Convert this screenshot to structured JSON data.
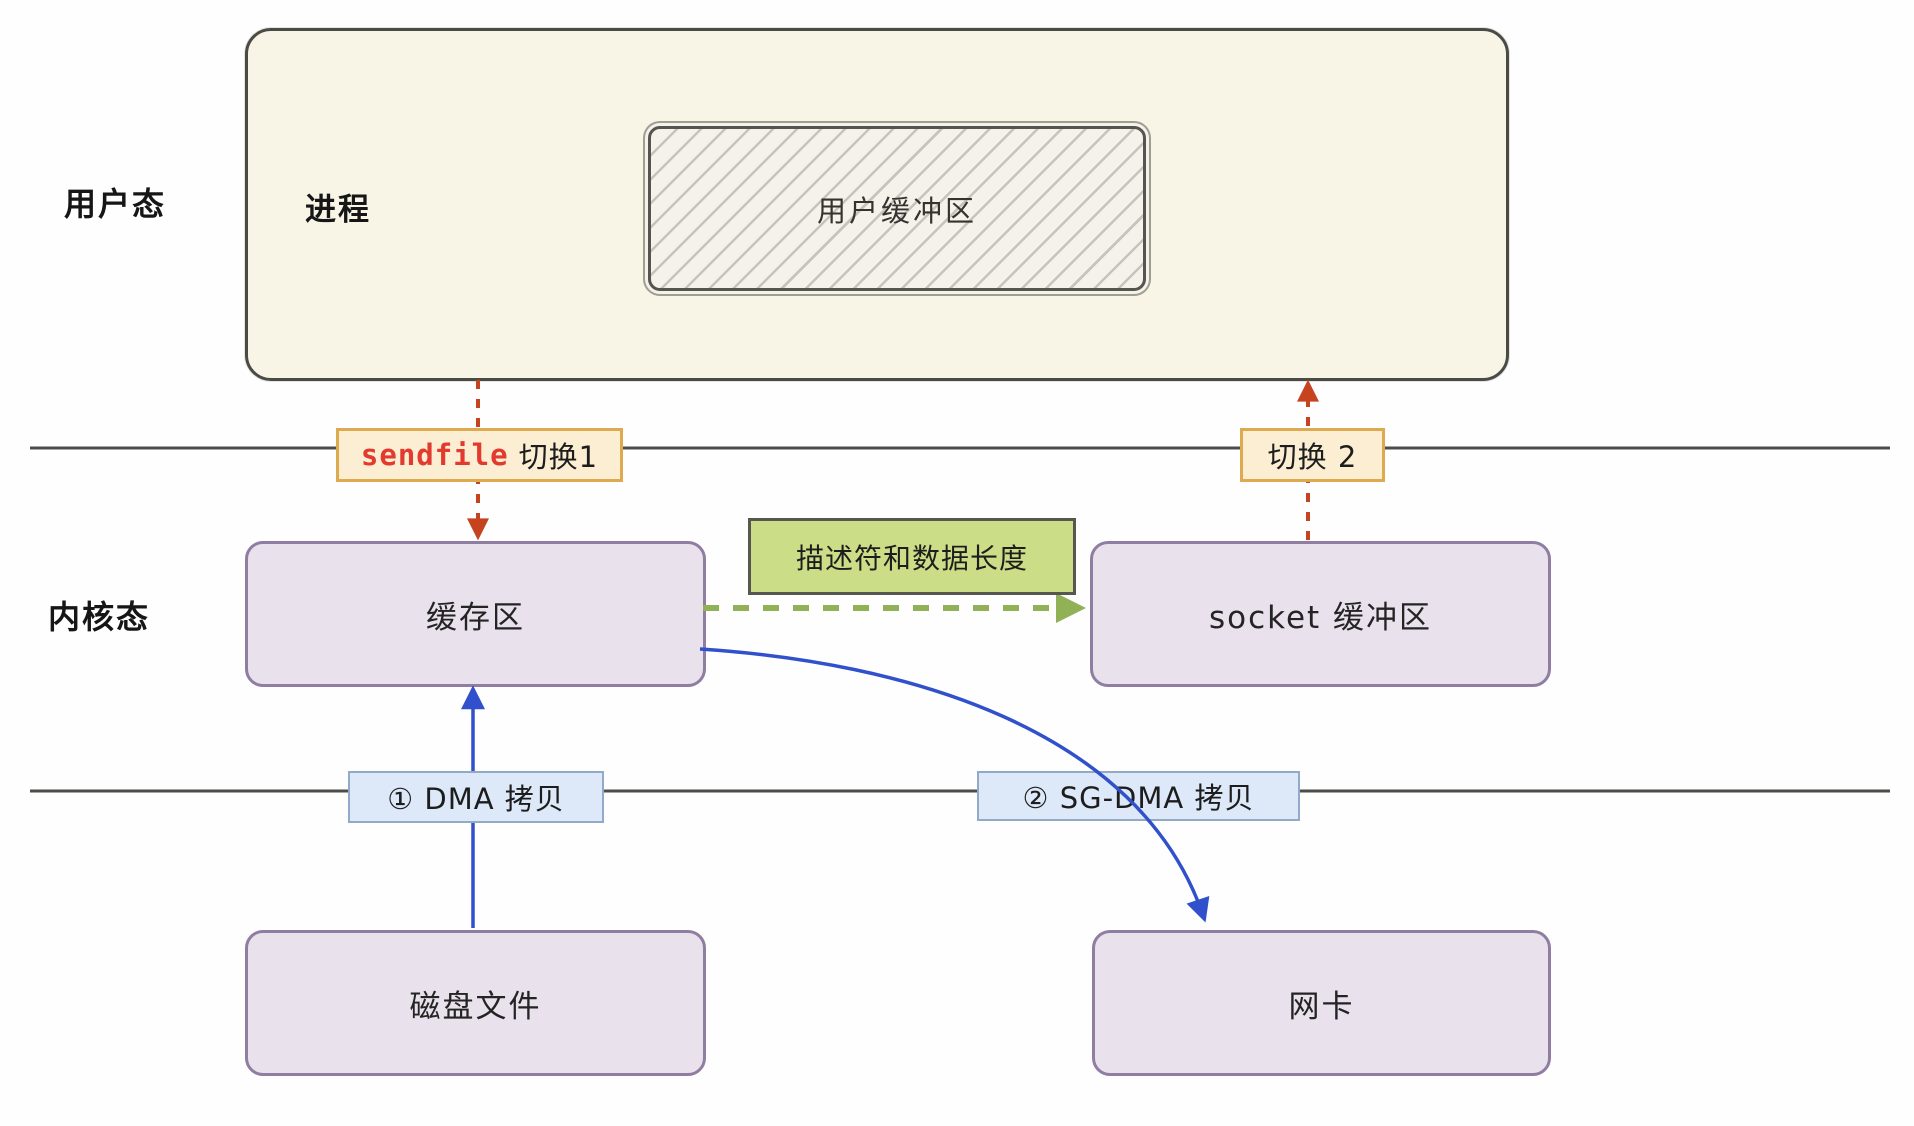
{
  "side_labels": {
    "user_mode": "用户态",
    "kernel_mode": "内核态"
  },
  "boxes": {
    "process": "进程",
    "user_buffer": "用户缓冲区",
    "kernel_buffer": "缓存区",
    "socket_buffer": "socket 缓冲区",
    "disk_file": "磁盘文件",
    "nic": "网卡"
  },
  "annotations": {
    "sendfile_keyword": "sendfile",
    "sendfile_rest": "切换1",
    "switch2": "切换 2",
    "descriptor": "描述符和数据长度",
    "dma_copy": "① DMA 拷贝",
    "sg_dma_copy": "② SG-DMA 拷贝"
  },
  "colors": {
    "mode_switch_arrow": "#c5431f",
    "dma_arrow": "#3150cb",
    "descriptor_arrow": "#90b156",
    "boundary_line": "#4c4c48",
    "sendfile_keyword_text": "#e23a2e",
    "process_box_fill": "#f8f5e7",
    "buffer_box_fill": "#e9e1ec",
    "buffer_box_border": "#8f7da2",
    "switch_label_fill": "#fbeed2",
    "switch_label_border": "#ddaa50",
    "descriptor_label_fill": "#cbdd87",
    "copy_label_fill": "#dde9f9",
    "copy_label_border": "#93a9c8"
  }
}
